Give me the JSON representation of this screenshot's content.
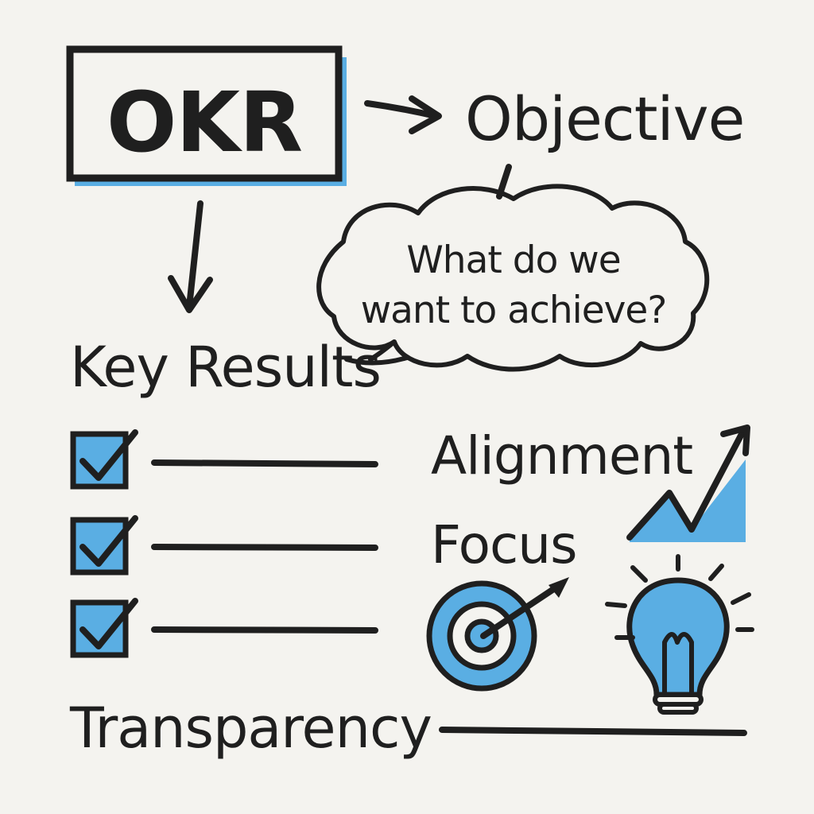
{
  "diagram": {
    "title": "OKR",
    "objective": "Objective",
    "key_results": "Key Results",
    "thought_line_1": "What do we",
    "thought_line_2": "want to achieve?",
    "alignment": "Alignment",
    "focus": "Focus",
    "transparency": "Transparency"
  },
  "colors": {
    "accent": "#5aaee3",
    "ink": "#1f1f1f",
    "background": "#f4f3ef"
  },
  "icons": {
    "checkbox": "checked-box-icon",
    "chart": "growth-chart-icon",
    "target": "target-icon",
    "idea": "lightbulb-icon"
  }
}
